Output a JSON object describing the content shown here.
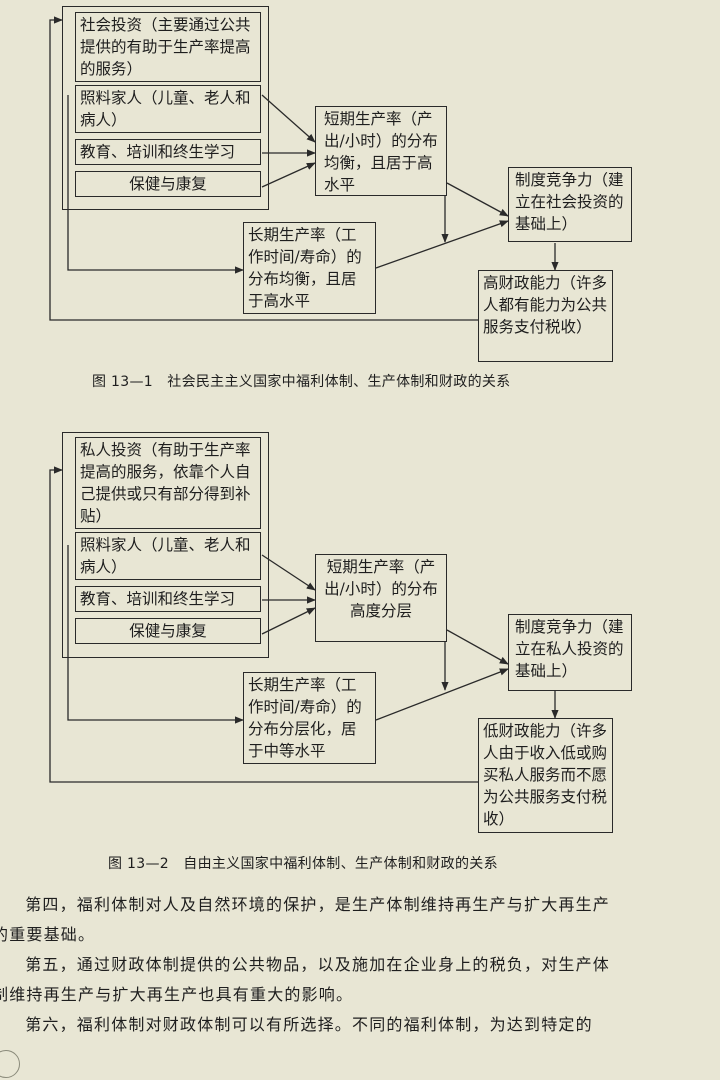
{
  "figure1": {
    "boxes": {
      "social_investment": "社会投资（主要通过公共提供的有助于生产率提高的服务）",
      "family_care": "照料家人（儿童、老人和病人）",
      "education": "教育、培训和终生学习",
      "health": "保健与康复",
      "short_productivity": "短期生产率（产出/小时）的分布均衡，且居于高水平",
      "institutional": "制度竞争力（建立在社会投资的基础上）",
      "long_productivity": "长期生产率（工作时间/寿命）的分布均衡，且居于高水平",
      "fiscal": "高财政能力（许多人都有能力为公共服务支付税收）"
    },
    "caption": "图 13—1　社会民主主义国家中福利体制、生产体制和财政的关系"
  },
  "figure2": {
    "boxes": {
      "private_investment": "私人投资（有助于生产率提高的服务，依靠个人自己提供或只有部分得到补贴）",
      "family_care": "照料家人（儿童、老人和病人）",
      "education": "教育、培训和终生学习",
      "health": "保健与康复",
      "short_productivity": "短期生产率（产出/小时）的分布高度分层",
      "institutional": "制度竞争力（建立在私人投资的基础上）",
      "long_productivity": "长期生产率（工作时间/寿命）的分布分层化，居于中等水平",
      "fiscal": "低财政能力（许多人由于收入低或购买私人服务而不愿为公共服务支付税收）"
    },
    "caption": "图 13—2　自由主义国家中福利体制、生产体制和财政的关系"
  },
  "paragraphs": [
    "　第四，福利体制对人及自然环境的保护，是生产体制维持再生产与扩大再生产",
    "的重要基础。",
    "　第五，通过财政体制提供的公共物品，以及施加在企业身上的税负，对生产体",
    "制维持再生产与扩大再生产也具有重大的影响。",
    "　第六，福利体制对财政体制可以有所选择。不同的福利体制，为达到特定的"
  ]
}
